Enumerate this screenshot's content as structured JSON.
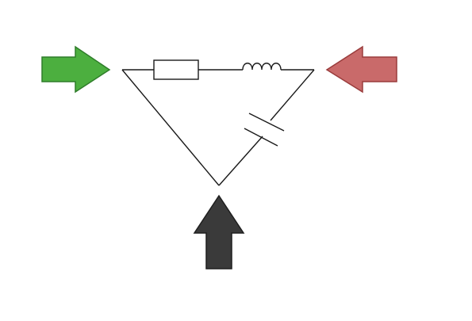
{
  "diagram": {
    "components": [
      {
        "kind": "resistor",
        "icon": "resistor-icon"
      },
      {
        "kind": "inductor",
        "icon": "inductor-icon"
      },
      {
        "kind": "capacitor",
        "icon": "capacitor-icon"
      }
    ],
    "arrows": [
      {
        "position": "left",
        "direction": "right",
        "icon": "arrow-right-icon",
        "fill": "#4caf3f",
        "stroke": "#2f7d2a"
      },
      {
        "position": "right",
        "direction": "left",
        "icon": "arrow-left-icon",
        "fill": "#c96a6a",
        "stroke": "#9a3c3c"
      },
      {
        "position": "bottom",
        "direction": "up",
        "icon": "arrow-up-icon",
        "fill": "#3a3a3a",
        "stroke": "#1f1f1f"
      }
    ],
    "wire_color": "#1a1a1a"
  }
}
